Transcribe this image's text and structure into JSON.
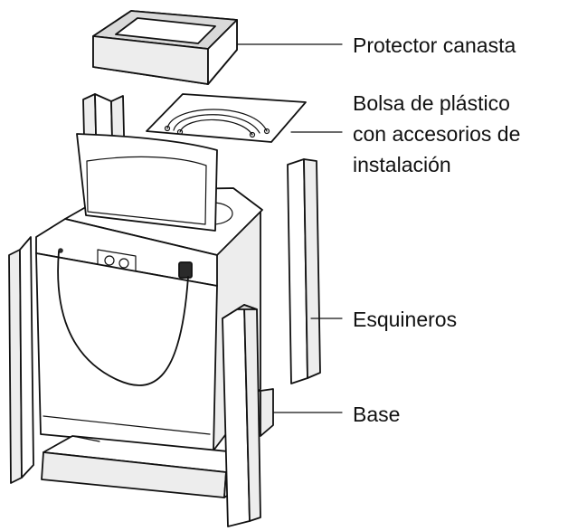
{
  "labels": {
    "basket_protector": "Protector canasta",
    "accessory_bag": [
      "Bolsa de plástico",
      "con accesorios de",
      "instalación"
    ],
    "corner_guards": "Esquineros",
    "base": "Base"
  },
  "colors": {
    "line": "#111111",
    "background": "#ffffff"
  }
}
